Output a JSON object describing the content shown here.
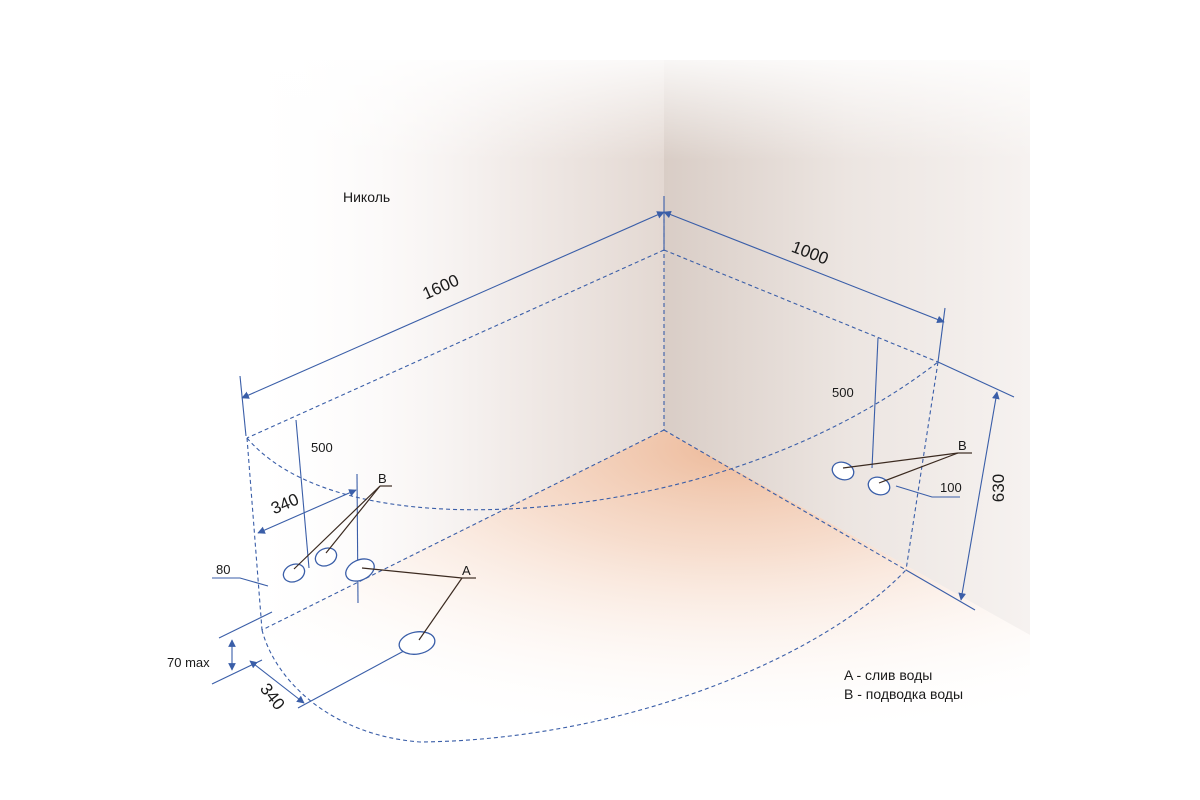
{
  "title": "Николь",
  "dimensions": {
    "length": "1600",
    "width": "1000",
    "height": "630",
    "left_offset_500": "500",
    "right_offset_500": "500",
    "left_span_340": "340",
    "front_depth_340": "340",
    "left_offset_80": "80",
    "right_offset_100": "100",
    "drain_height": "70 max"
  },
  "markers": {
    "drain": "A",
    "supply_left": "B",
    "supply_right": "B"
  },
  "legend": {
    "a": "A - слив воды",
    "b": "B - подводка воды"
  },
  "colors": {
    "dimension_line": "#3a5ea8",
    "dashed_outline": "#3a5ea8",
    "leader_line": "#3b2a20",
    "floor_tint": "#f0c8ae",
    "wall_shadow": "#e6dcd6"
  }
}
